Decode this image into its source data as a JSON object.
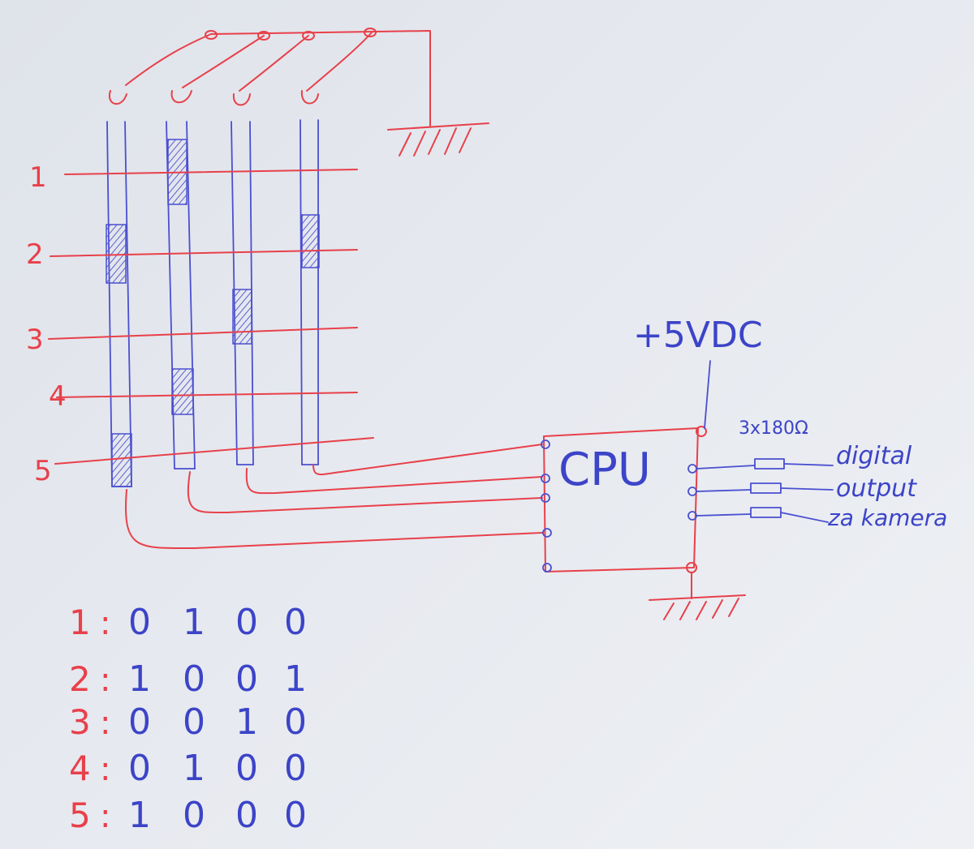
{
  "power_label": "+5VDC",
  "resistor_label": "3x180Ω",
  "cpu_label": "CPU",
  "output_text": [
    "digital",
    "output",
    "za kamera"
  ],
  "row_labels": [
    "1",
    "2",
    "3",
    "4",
    "5"
  ],
  "truth_table": [
    {
      "row": "1",
      "sep": ":",
      "bits": [
        "0",
        "1",
        "0",
        "0"
      ]
    },
    {
      "row": "2",
      "sep": ":",
      "bits": [
        "1",
        "0",
        "0",
        "1"
      ]
    },
    {
      "row": "3",
      "sep": ":",
      "bits": [
        "0",
        "0",
        "1",
        "0"
      ]
    },
    {
      "row": "4",
      "sep": ":",
      "bits": [
        "0",
        "1",
        "0",
        "0"
      ]
    },
    {
      "row": "5",
      "sep": ":",
      "bits": [
        "1",
        "0",
        "0",
        "0"
      ]
    }
  ],
  "colors": {
    "red_marker": "#e8404a",
    "blue_marker": "#4a4fd0",
    "board": "#e4e7ed"
  }
}
